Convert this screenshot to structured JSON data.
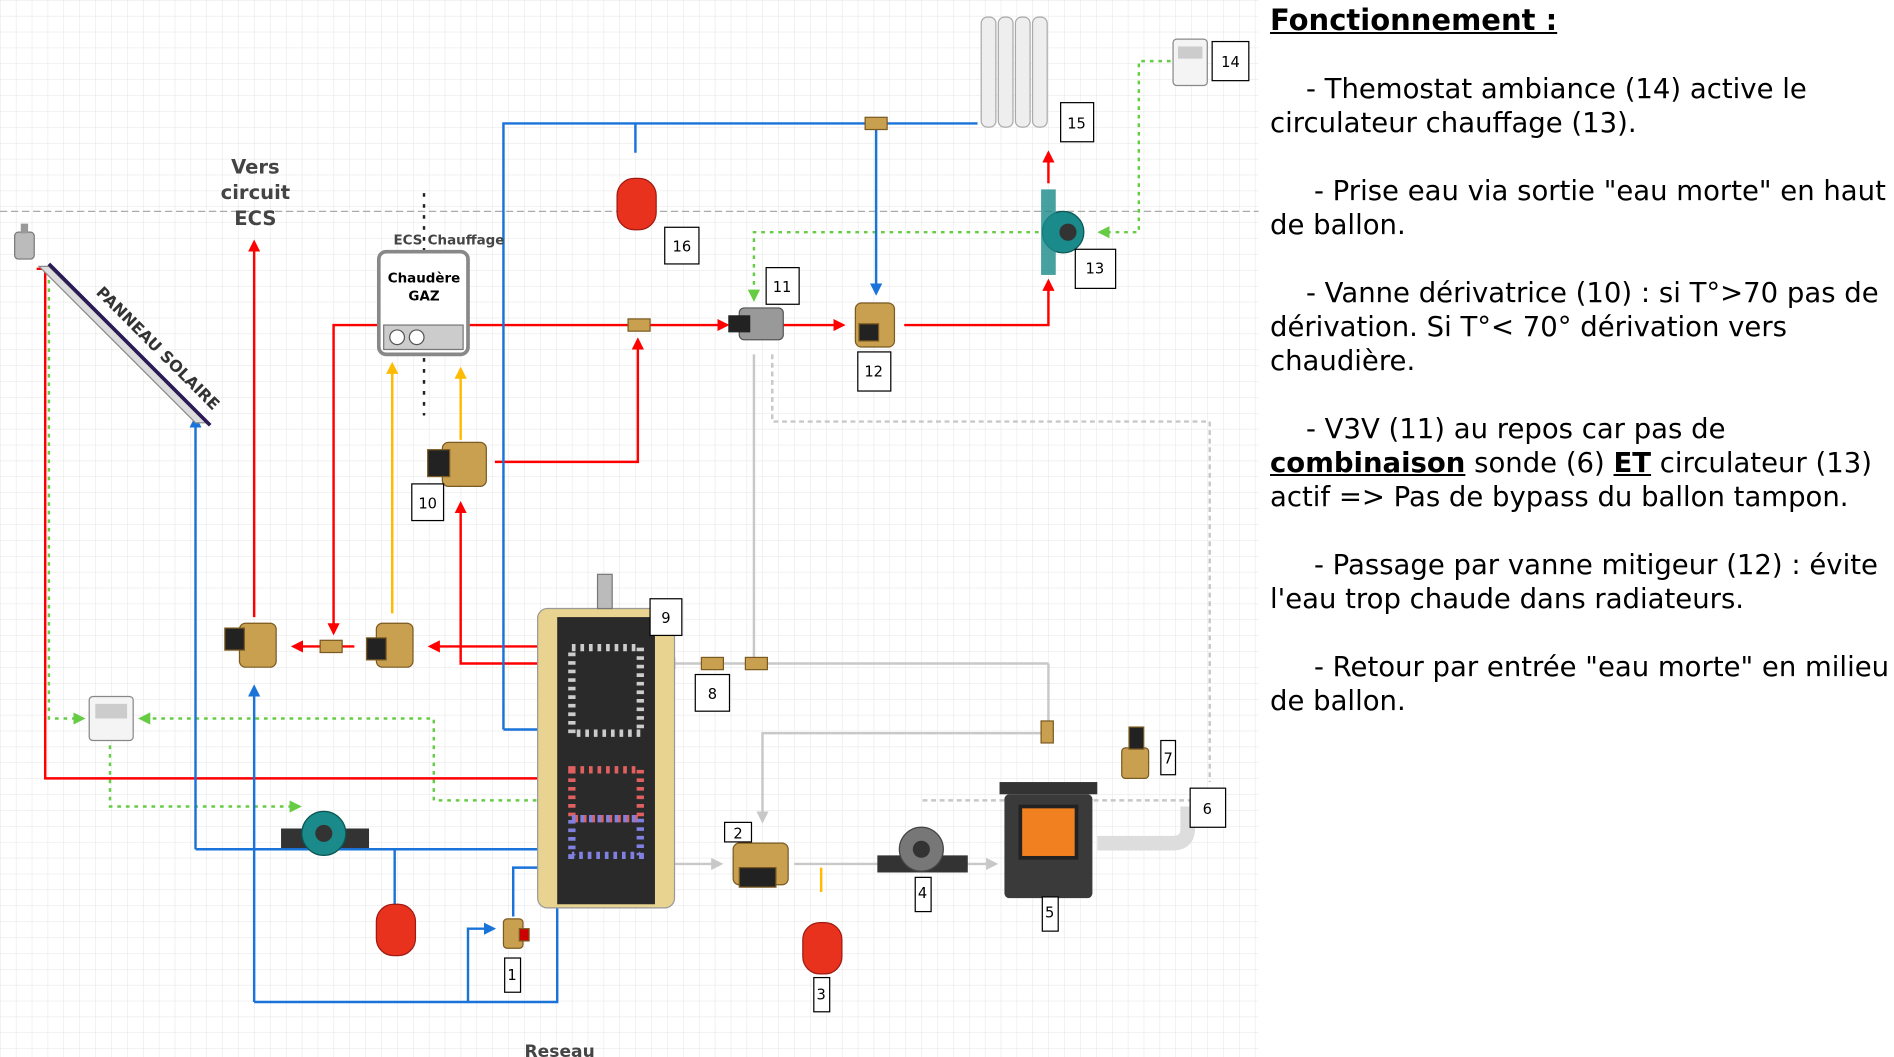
{
  "diagram": {
    "vers_circuit": [
      "Vers",
      "circuit",
      "ECS"
    ],
    "boiler": {
      "line1": "Chaudère",
      "line2": "GAZ",
      "ecs": "ECS",
      "chauffage": "Chauffage"
    },
    "solar_panel": "PANNEAU SOLAIRE",
    "reseau": "Reseau",
    "labels": [
      "1",
      "2",
      "3",
      "4",
      "5",
      "6",
      "7",
      "8",
      "9",
      "10",
      "11",
      "12",
      "13",
      "14",
      "15",
      "16"
    ],
    "colors": {
      "hot": "#ff0000",
      "cold": "#1a73d9",
      "signal": "#66cc44",
      "boiler_feed": "#ffbb00",
      "neutral": "#c8c8c8"
    }
  },
  "panel": {
    "title": "Fonctionnement :",
    "p1": "- Themostat ambiance (14) active le circulateur chauffage (13).",
    "p2": "- Prise eau via sortie \"eau morte\" en haut de ballon.",
    "p3": "- Vanne dérivatrice (10) : si T°>70 pas de dérivation. Si T°< 70° dérivation vers chaudière.",
    "p4": {
      "a": "- V3V (11) au repos car pas de ",
      "b": "combinaison",
      "c": " sonde (6) ",
      "d": "ET",
      "e": " circulateur (13) actif => Pas de bypass du ballon tampon."
    },
    "p5": "- Passage par vanne mitigeur (12) : évite l'eau trop chaude dans radiateurs.",
    "p6": "- Retour par entrée \"eau morte\" en milieu de ballon."
  }
}
